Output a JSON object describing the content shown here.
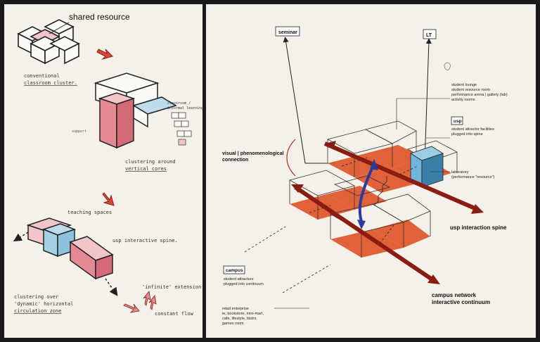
{
  "left_panel": {
    "shared_resource": "shared resource",
    "conventional": [
      "conventional",
      "classroom cluster."
    ],
    "classroom_note": [
      "classroom /",
      "informal learning"
    ],
    "support": "support",
    "clustering_vertical": [
      "clustering around",
      "vertical cores"
    ],
    "teaching_spaces": "teaching spaces",
    "usp_spine": "usp interactive spine.",
    "clustering_over": [
      "clustering over",
      "'dynamic' horizontal",
      "circulation zone"
    ],
    "infinite_extension": "'infinite' extension",
    "constant_flow": "constant flow"
  },
  "right_panel": {
    "seminar": "seminar",
    "lt": "LT",
    "visual_connection": [
      "visual | phenomenological",
      "connection"
    ],
    "lounge_list": [
      "student lounge",
      "student resource room",
      "performance arena | gallery (lab)",
      "activity rooms"
    ],
    "usp_label": "usp",
    "usp_desc": [
      "student attractor facilities",
      "plugged into spine"
    ],
    "laboratory": [
      "laboratory",
      "(performance \"resource\")"
    ],
    "usp_interaction_spine": "usp interaction spine",
    "campus_label": "campus",
    "campus_desc": [
      "student attractors",
      "plugged into continuum"
    ],
    "retail": [
      "retail enterprise",
      "ie, bookstore, mini-mart,",
      "cafe, lifestyle, bistro,",
      "games room"
    ],
    "campus_network": [
      "campus network",
      "interactive continuum"
    ]
  },
  "colors": {
    "background": "#f4f1ea",
    "border": "#1a1a1a",
    "orange": "#e0552a",
    "dark_red": "#8a1c12",
    "blue": "#2a3aa0",
    "light_blue": "#6fb6d8",
    "pink": "#e58a94",
    "light_pink": "#f2c6c8"
  }
}
